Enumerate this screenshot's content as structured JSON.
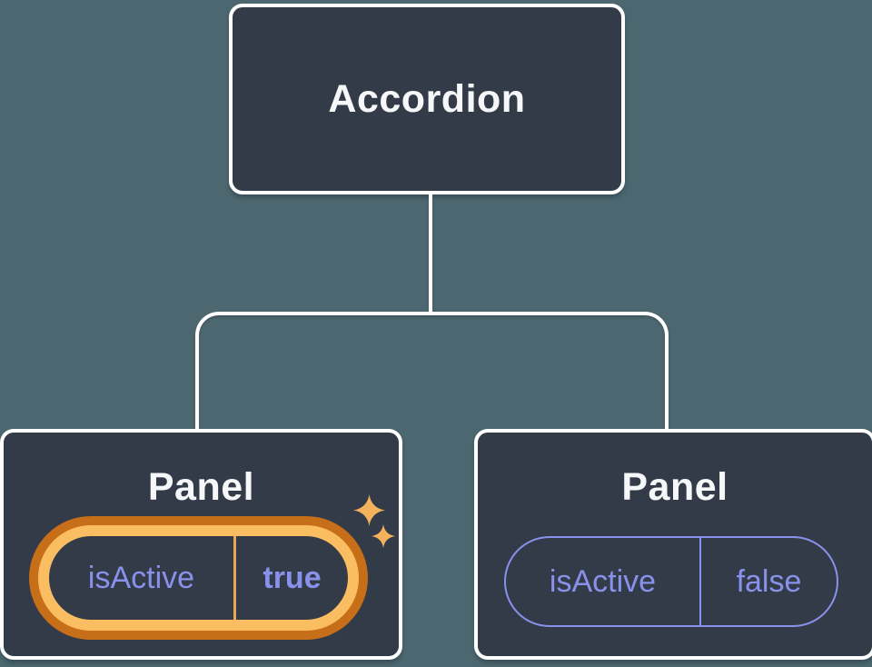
{
  "diagram_type": "component-tree-state",
  "colors": {
    "background": "#4C6770",
    "card": "#343B48",
    "card_border": "#FFFFFF",
    "connector": "#FFFFFF",
    "label_text": "#F6F7F9",
    "state_text": "#8891EC",
    "ring_outer": "#C76E18",
    "ring_inner": "#FABD62",
    "ring_divider": "#E9A758",
    "pill_border": "#8891EC",
    "sparkle": "#F5B25C"
  },
  "tree": {
    "root": {
      "label": "Accordion"
    },
    "children": [
      {
        "label": "Panel",
        "highlighted": true,
        "state": {
          "key": "isActive",
          "value": "true"
        }
      },
      {
        "label": "Panel",
        "highlighted": false,
        "state": {
          "key": "isActive",
          "value": "false"
        }
      }
    ]
  }
}
